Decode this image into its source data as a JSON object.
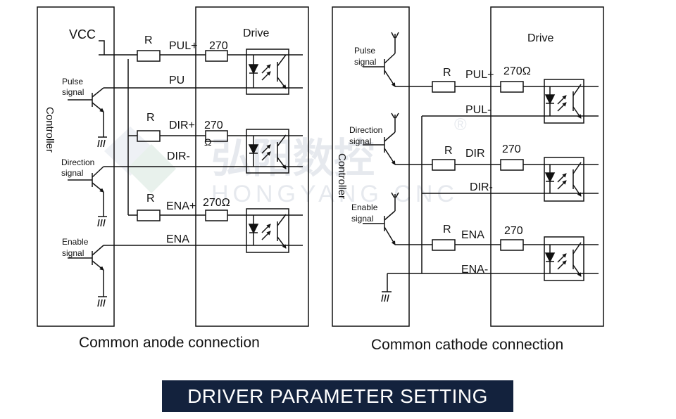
{
  "watermark": {
    "cn": "弘阳数控",
    "en": "HONGYANG CNC",
    "mark": "®"
  },
  "anode": {
    "controller_label": "Controller",
    "drive_label": "Drive",
    "vcc": "VCC",
    "signals": [
      {
        "l1": "Pulse",
        "l2": "signal",
        "plus": "PUL+",
        "minus": "PU",
        "r": "R",
        "res": "270"
      },
      {
        "l1": "Direction",
        "l2": "signal",
        "plus": "DIR+",
        "minus": "DIR-",
        "r": "R",
        "res": "270",
        "res2": "Ω"
      },
      {
        "l1": "Enable",
        "l2": "signal",
        "plus": "ENA+",
        "minus": "ENA",
        "r": "R",
        "res": "270Ω"
      }
    ],
    "caption": "Common anode connection"
  },
  "cathode": {
    "controller_label": "Controller",
    "drive_label": "Drive",
    "signals": [
      {
        "l1": "Pulse",
        "l2": "signal",
        "plus": "PUL+",
        "minus": "PUL-",
        "r": "R",
        "res": "270Ω"
      },
      {
        "l1": "Direction",
        "l2": "signal",
        "plus": "DIR",
        "minus": "DIR-",
        "r": "R",
        "res": "270"
      },
      {
        "l1": "Enable",
        "l2": "signal",
        "plus": "ENA",
        "minus": "ENA-",
        "r": "R",
        "res": "270"
      }
    ],
    "caption": "Common cathode connection"
  },
  "banner": "DRIVER PARAMETER SETTING",
  "colors": {
    "line": "#111111",
    "banner_bg": "#13223d",
    "banner_text": "#ffffff",
    "watermark": "#e6e9ee"
  }
}
